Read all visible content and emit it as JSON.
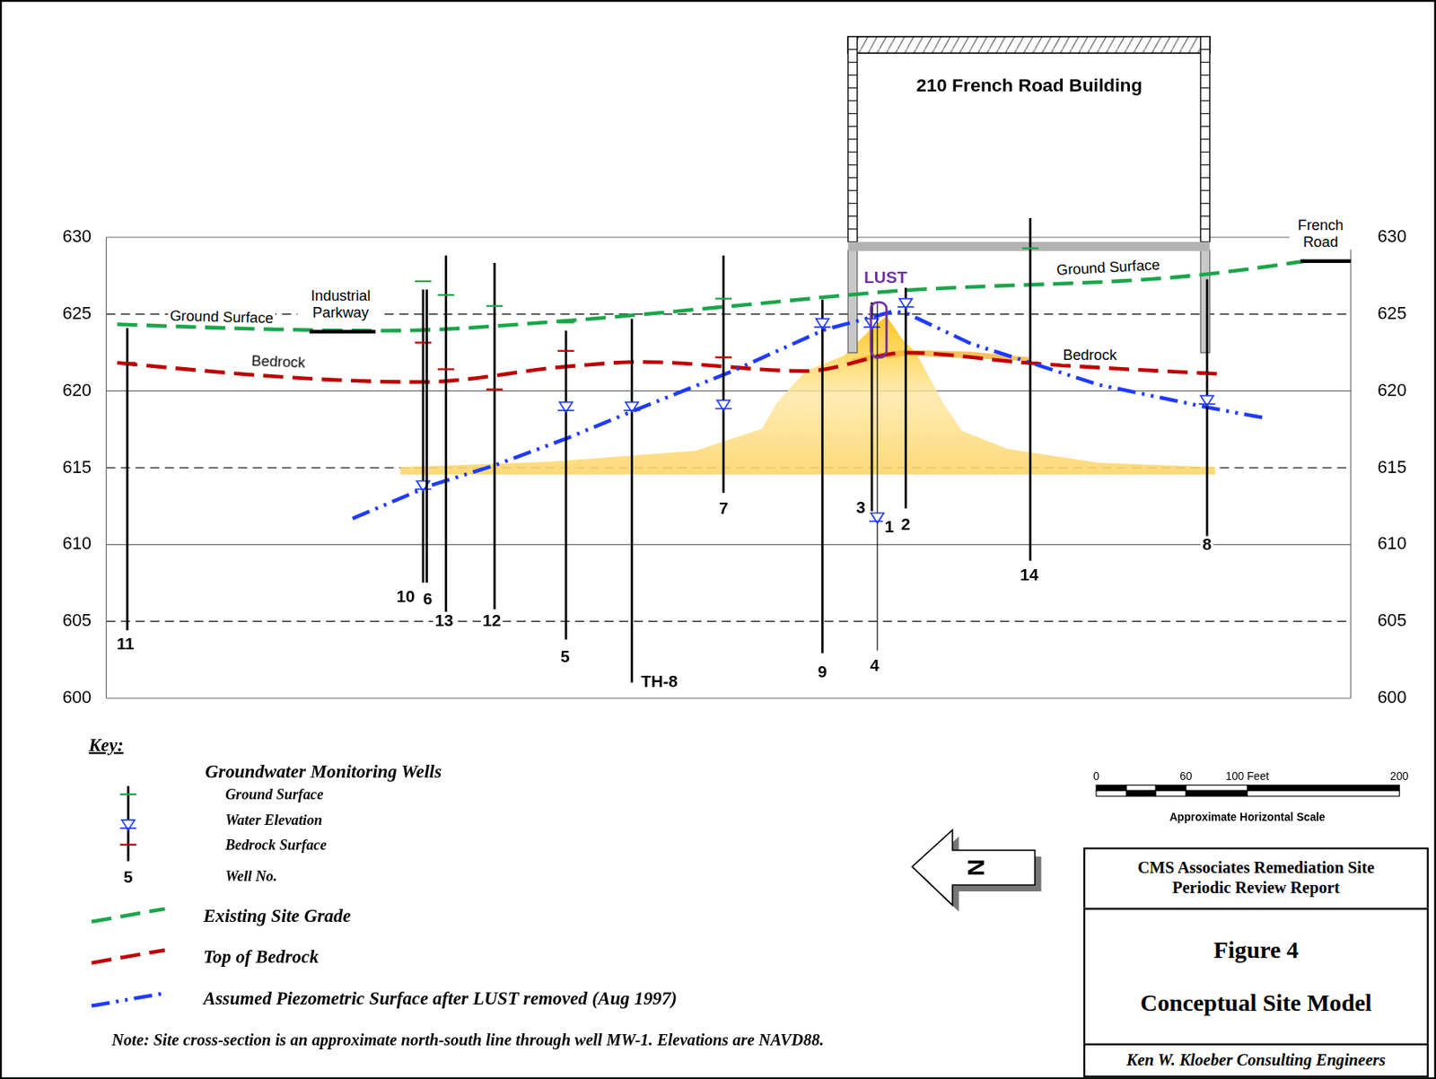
{
  "diagram": {
    "nodes": [
      {
        "text": [
          "210 French Road Building"
        ]
      },
      {
        "text": [
          "CMS Associates Remediation Site Periodic Review Report"
        ]
      },
      {
        "text": [
          "Figure 4",
          "Conceptual Site Model"
        ]
      },
      {
        "text": [
          "Ken W. Kloeber Consulting Engineers"
        ]
      }
    ],
    "labels": [
      "630",
      "625",
      "620",
      "615",
      "610",
      "605",
      "600",
      "630",
      "625",
      "620",
      "615",
      "610",
      "605",
      "600",
      "French Road",
      "Ground Surface",
      "Industrial Parkway",
      "Bedrock",
      "Ground Surface",
      "Bedrock",
      "LUST",
      "11",
      "10",
      "6",
      "13",
      "12",
      "5",
      "TH-8",
      "7",
      "9",
      "3",
      "4",
      "1",
      "2",
      "14",
      "8",
      "Key:",
      "Groundwater Monitoring Wells",
      "5",
      "N",
      "0",
      "60",
      "100 Feet",
      "200",
      "Approximate Horizontal Scale",
      "Note:  Site cross-section is an approximate north-south line through well MW-1.  Elevations are NAVD88."
    ],
    "legend": [
      {
        "text": "Ground Surface"
      },
      {
        "text": "Water Elevation"
      },
      {
        "text": "Bedrock Surface"
      },
      {
        "text": "Well No."
      },
      {
        "text": "Existing Site Grade"
      },
      {
        "text": "Top of Bedrock"
      },
      {
        "text": "Assumed Piezometric Surface after LUST removed (Aug 1997)"
      }
    ]
  }
}
